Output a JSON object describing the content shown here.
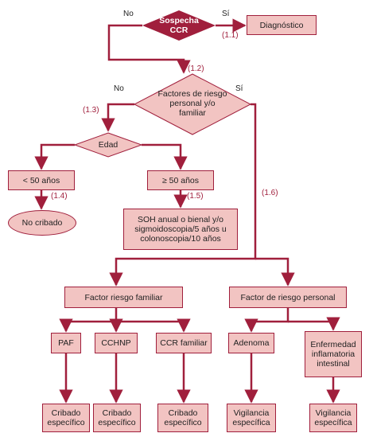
{
  "nodes": {
    "sospecha": "Sospecha CCR",
    "diagnostico": "Diagnóstico",
    "factores": "Factores de riesgo personal y/o familiar",
    "edad": "Edad",
    "menor50": "< 50 años",
    "mayor50": "≥ 50 años",
    "no_cribado": "No cribado",
    "soh": "SOH anual o bienal y/o sigmoidoscopia/5 años u colonoscopia/10 años",
    "factor_familiar": "Factor riesgo familiar",
    "factor_personal": "Factor de riesgo personal",
    "paf": "PAF",
    "cchnp": "CCHNP",
    "ccr_familiar": "CCR familiar",
    "adenoma": "Adenoma",
    "eii": "Enfermedad inflamatoria intestinal",
    "cribado1": "Cribado específico",
    "cribado2": "Cribado específico",
    "cribado3": "Cribado específico",
    "vigilancia1": "Vigilancia específica",
    "vigilancia2": "Vigilancia específica"
  },
  "labels": {
    "no_top": "No",
    "si_top": "Sí",
    "no_factores": "No",
    "si_factores": "Sí"
  },
  "refs": {
    "r11": "(1.1)",
    "r12": "(1.2)",
    "r13": "(1.3)",
    "r14": "(1.4)",
    "r15": "(1.5)",
    "r16": "(1.6)"
  },
  "colors": {
    "line": "#a01f3c",
    "fill": "#f2c4c2",
    "decision_dark": "#a01f3c"
  }
}
